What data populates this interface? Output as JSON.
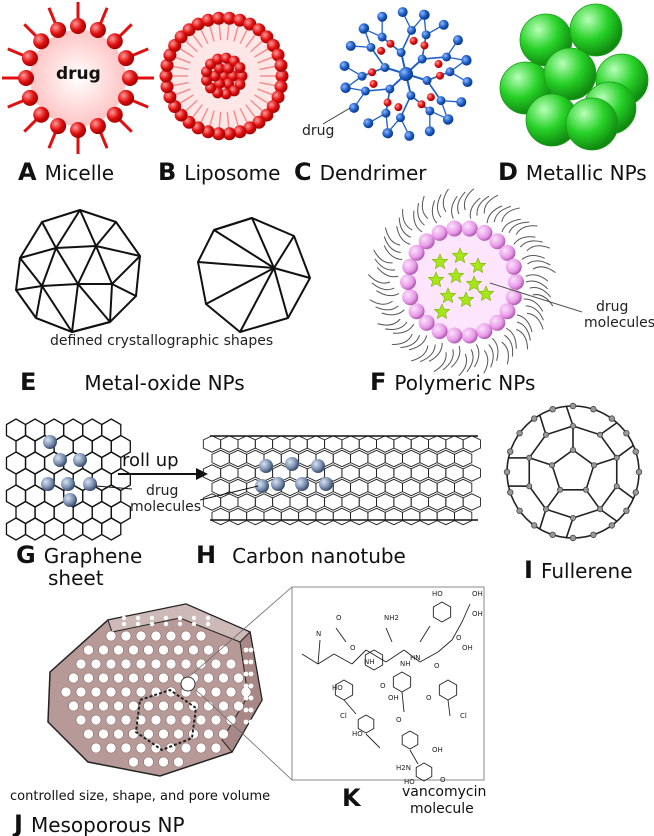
{
  "colors": {
    "micelle_red": "#e01010",
    "liposome_red": "#f02a2a",
    "dendrimer_blue": "#1f5fc8",
    "dendrimer_red": "#e02020",
    "metallic_green": "#27d127",
    "polymer_purple": "#e89ae8",
    "drug_star": "#a8e61b",
    "graphene_drug": "#7f95b5",
    "mesoporous_fill": "#b79a98"
  },
  "panels": {
    "A": {
      "letter": "A",
      "label": "Micelle",
      "inner_text": "drug"
    },
    "B": {
      "letter": "B",
      "label": "Liposome"
    },
    "C": {
      "letter": "C",
      "label": "Dendrimer",
      "annotation": "drug"
    },
    "D": {
      "letter": "D",
      "label": "Metallic NPs"
    },
    "E": {
      "letter": "E",
      "label": "Metal-oxide NPs",
      "note": "defined crystallographic shapes"
    },
    "F": {
      "letter": "F",
      "label": "Polymeric NPs",
      "annotation_line1": "drug",
      "annotation_line2": "molecules"
    },
    "G": {
      "letter": "G",
      "label_line1": "Graphene",
      "label_line2": "sheet"
    },
    "H": {
      "letter": "H",
      "label": "Carbon nanotube",
      "arrow_text": "roll up",
      "annotation_line1": "drug",
      "annotation_line2": "molecules"
    },
    "I": {
      "letter": "I",
      "label": "Fullerene"
    },
    "J": {
      "letter": "J",
      "label": "Mesoporous NP",
      "note": "controlled size, shape, and pore volume"
    },
    "K": {
      "letter": "K",
      "label_line1": "vancomycin",
      "label_line2": "molecule",
      "atoms": [
        "HO",
        "OH",
        "OH",
        "O",
        "N",
        "NH2",
        "O",
        "O",
        "HN",
        "NH",
        "NH",
        "O",
        "OH",
        "HO",
        "Cl",
        "Cl",
        "O",
        "O",
        "OH",
        "HO",
        "O",
        "OH",
        "H2N",
        "HO",
        "O"
      ]
    }
  }
}
